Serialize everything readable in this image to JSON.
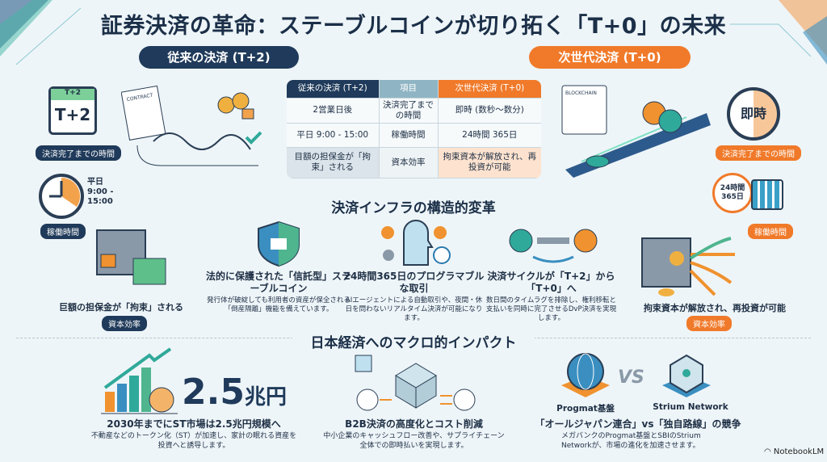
{
  "title": "証券決済の革命：ステーブルコインが切り拓く「T+0」の未来",
  "legacy": {
    "header": "従来の決済 (T+2)",
    "calendar_text": "T+2",
    "calendar_top": "T+2",
    "time_label": "決済完了までの時間",
    "clock_text": [
      "平日",
      "9:00 -",
      "15:00"
    ],
    "hours_label": "稼働時間",
    "contract_text": "CONTRACT"
  },
  "next": {
    "header": "次世代決済 (T+0)",
    "stopwatch_text": "即時",
    "time_label": "決済完了までの時間",
    "hours_icon_text": [
      "24時間",
      "365日"
    ],
    "hours_label": "稼働時間",
    "blockchain_text": "BLOCKCHAIN"
  },
  "table": {
    "headers": [
      "従来の決済 (T+2)",
      "項目",
      "次世代決済 (T+0)"
    ],
    "rows": [
      [
        "2営業日後",
        "決済完了までの時間",
        "即時 (数秒〜数分)"
      ],
      [
        "平日 9:00 - 15:00",
        "稼働時間",
        "24時間 365日"
      ],
      [
        "目額の担保金が「拘束」される",
        "資本効率",
        "拘束資本が解放され、再投資が可能"
      ]
    ]
  },
  "infra": {
    "heading": "決済インフラの構造的変革",
    "items": [
      {
        "title": "巨額の担保金が「拘束」される",
        "tag": "資本効率"
      },
      {
        "title": "法的に保護された「信託型」ステーブルコイン",
        "desc": "発行体が破綻しても利用者の資産が保全される「倒産隔離」機能を備えています。"
      },
      {
        "title": "24時間365日のプログラマブルな取引",
        "desc": "AIエージェントによる自動取引や、夜間・休日を問わないリアルタイム決済が可能になります。"
      },
      {
        "title": "決済サイクルが「T+2」から「T+0」へ",
        "desc": "数日間のタイムラグを排除し、権利移転と支払いを同時に完了させるDvP決済を実現します。"
      },
      {
        "title": "拘束資本が解放され、再投資が可能",
        "tag": "資本効率"
      }
    ]
  },
  "macro": {
    "heading": "日本経済へのマクロ的インパクト",
    "big_number": "2.5",
    "big_unit": "兆円",
    "items": [
      {
        "title": "2030年までにST市場は2.5兆円規模へ",
        "desc": "不動産などのトークン化（ST）が加速し、家計の眠れる資産を投資へと誘导します。"
      },
      {
        "title": "B2B決済の高度化とコスト削減",
        "desc": "中小企業のキャッシュフロー改善や、サプライチェーン全体での即時払いを実現します。"
      },
      {
        "title": "「オールジャパン連合」vs「独自路線」の競争",
        "desc": "メガバンクのProgmat基盤とSBIのStrium Networkが、市場の進化を加速させます。",
        "left_label": "Progmat基盤",
        "right_label": "Strium Network",
        "vs": "VS"
      }
    ]
  },
  "brand": "NotebookLM",
  "colors": {
    "navy": "#1f3a5a",
    "orange": "#f07a2a",
    "teal": "#2fa99a",
    "bg": "#eef5f8"
  }
}
